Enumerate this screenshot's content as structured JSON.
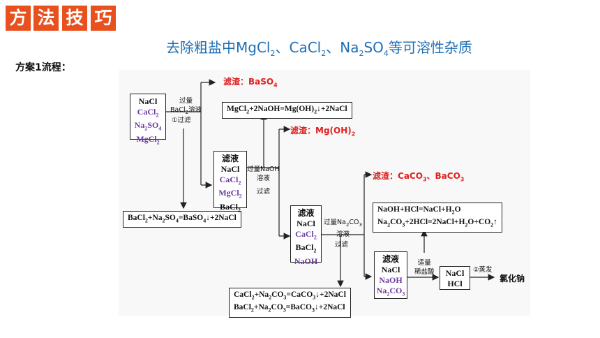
{
  "badge": [
    "方",
    "法",
    "技",
    "巧"
  ],
  "colors": {
    "badge_bg": "#e8501e",
    "title": "#1f6fb5",
    "precipitate": "#e02020",
    "impurity": "#6a3aa0"
  },
  "title": {
    "text1": "去除粗盐中MgCl",
    "s1": "2",
    "text2": "、CaCl",
    "s2": "2",
    "text3": "、Na",
    "s3": "2",
    "text4": "SO",
    "s4": "4",
    "text5": "等可溶性杂质"
  },
  "scheme_label": "方案1流程：",
  "start_box": {
    "nacl": "NaCl",
    "cacl2": "CaCl",
    "na2so4_a": "Na",
    "na2so4_b": "SO",
    "mgcl2": "MgCl"
  },
  "step1": {
    "reagent_a": "过量",
    "reagent_b": "BaCl",
    "reagent_c": "溶液",
    "op": "①过滤"
  },
  "precip1": {
    "label": "滤渣：",
    "value": "BaSO",
    "sub": "4"
  },
  "eq1": {
    "a": "BaCl",
    "b": "+Na",
    "c": "SO",
    "d": "=BaSO",
    "e": "↓+2NaCl"
  },
  "filtrate1": {
    "title": "滤液",
    "i1": "NaCl",
    "i2": "CaCl",
    "i3": "MgCl",
    "i4": "BaCl"
  },
  "eq2": {
    "a": "MgCl",
    "b": "+2NaOH=Mg(OH)",
    "c": "↓+2NaCl"
  },
  "step2": {
    "reagent_a": "过量NaOH",
    "reagent_b": "溶液",
    "op": "过滤"
  },
  "precip2": {
    "label": "滤渣：",
    "value": "Mg(OH)",
    "sub": "2"
  },
  "filtrate2": {
    "title": "滤液",
    "i1": "NaCl",
    "i2": "CaCl",
    "i3": "BaCl",
    "i4": "NaOH"
  },
  "step3": {
    "reagent_a": "过量Na",
    "reagent_b": "CO",
    "reagent_c": "溶液",
    "op": "过滤"
  },
  "precip3": {
    "label": "滤渣：",
    "v1": "CaCO",
    "sep": "、",
    "v2": "BaCO",
    "sub": "3"
  },
  "eq3": {
    "l1a": "CaCl",
    "l1b": "+Na",
    "l1c": "CO",
    "l1d": "=CaCO",
    "l1e": "↓+2NaCl",
    "l2a": "BaCl",
    "l2b": "+Na",
    "l2c": "CO",
    "l2d": "=BaCO",
    "l2e": "↓+2NaCl"
  },
  "filtrate3": {
    "title": "滤液",
    "i1": "NaCl",
    "i2": "NaOH",
    "i3a": "Na",
    "i3b": "CO"
  },
  "step4": {
    "reagent_a": "适量",
    "reagent_b": "稀盐酸"
  },
  "eq4": {
    "l1a": "NaOH+HCl=NaCl+H",
    "l1b": "O",
    "l2a": "Na",
    "l2b": "CO",
    "l2c": "+2HCl=2NaCl+H",
    "l2d": "O+CO",
    "l2e": "↑"
  },
  "final_box": {
    "i1": "NaCl",
    "i2": "HCl"
  },
  "step5": {
    "op": "②蒸发"
  },
  "product": "氯化钠",
  "subs": {
    "two": "2",
    "three": "3",
    "four": "4"
  }
}
